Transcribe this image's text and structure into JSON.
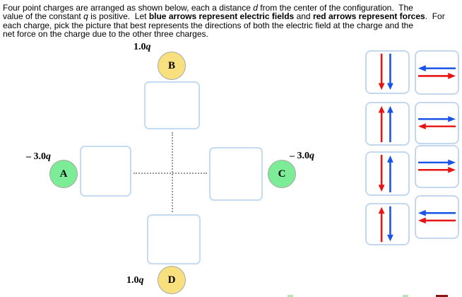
{
  "problem": {
    "lines": [
      [
        {
          "t": "Four point charges are arranged as shown below, each a distance "
        },
        {
          "t": "d",
          "i": 1
        },
        {
          "t": " from the center of the configuration.  The"
        }
      ],
      [
        {
          "t": "value of the constant "
        },
        {
          "t": "q",
          "i": 1
        },
        {
          "t": " is positive.  Let "
        },
        {
          "t": "blue arrows represent electric fields",
          "b": 1
        },
        {
          "t": " and "
        },
        {
          "t": "red arrows represent forces",
          "b": 1
        },
        {
          "t": ".  For"
        }
      ],
      [
        {
          "t": "each charge, pick the picture that best represents the directions of both the electric field at the charge and the"
        }
      ],
      [
        {
          "t": "net force on the charge due to the other three charges."
        }
      ]
    ]
  },
  "diagram": {
    "charges": [
      {
        "letter": "A",
        "value": "– 3.0",
        "q": "q",
        "polarity": "negative"
      },
      {
        "letter": "B",
        "value": "1.0",
        "q": "q",
        "polarity": "positive"
      },
      {
        "letter": "C",
        "value": "– 3.0",
        "q": "q",
        "polarity": "negative"
      },
      {
        "letter": "D",
        "value": "1.0",
        "q": "q",
        "polarity": "positive"
      }
    ]
  },
  "options": [
    {
      "name": "option-tile-red-down-blue-down",
      "arrows": [
        {
          "color": "red",
          "dir": "down"
        },
        {
          "color": "blue",
          "dir": "down"
        }
      ]
    },
    {
      "name": "option-tile-blue-left-red-right",
      "arrows": [
        {
          "color": "blue",
          "dir": "left"
        },
        {
          "color": "red",
          "dir": "right"
        }
      ]
    },
    {
      "name": "option-tile-red-up-blue-up",
      "arrows": [
        {
          "color": "red",
          "dir": "up"
        },
        {
          "color": "blue",
          "dir": "up"
        }
      ]
    },
    {
      "name": "option-tile-blue-right-red-left",
      "arrows": [
        {
          "color": "blue",
          "dir": "right"
        },
        {
          "color": "red",
          "dir": "left"
        }
      ]
    },
    {
      "name": "option-tile-red-down-blue-up",
      "arrows": [
        {
          "color": "red",
          "dir": "down"
        },
        {
          "color": "blue",
          "dir": "up"
        }
      ]
    },
    {
      "name": "option-tile-blue-right-red-right",
      "arrows": [
        {
          "color": "blue",
          "dir": "right"
        },
        {
          "color": "red",
          "dir": "right"
        }
      ]
    },
    {
      "name": "option-tile-red-up-blue-down",
      "arrows": [
        {
          "color": "red",
          "dir": "up"
        },
        {
          "color": "blue",
          "dir": "down"
        }
      ]
    },
    {
      "name": "option-tile-blue-left-red-left",
      "arrows": [
        {
          "color": "blue",
          "dir": "left"
        },
        {
          "color": "red",
          "dir": "left"
        }
      ]
    }
  ],
  "colors": {
    "positive_fill": "#f8e07e",
    "negative_fill": "#7dec97",
    "circle_border": "#a8a8a8",
    "box_border": "#c5dbf1",
    "tile_border": "#c3d8ef",
    "dotted": "#999999",
    "arrow_blue": "#1a53e8",
    "arrow_red": "#e81414",
    "cut_green": "#b5e5b5",
    "cut_maroon": "#8c1515"
  }
}
